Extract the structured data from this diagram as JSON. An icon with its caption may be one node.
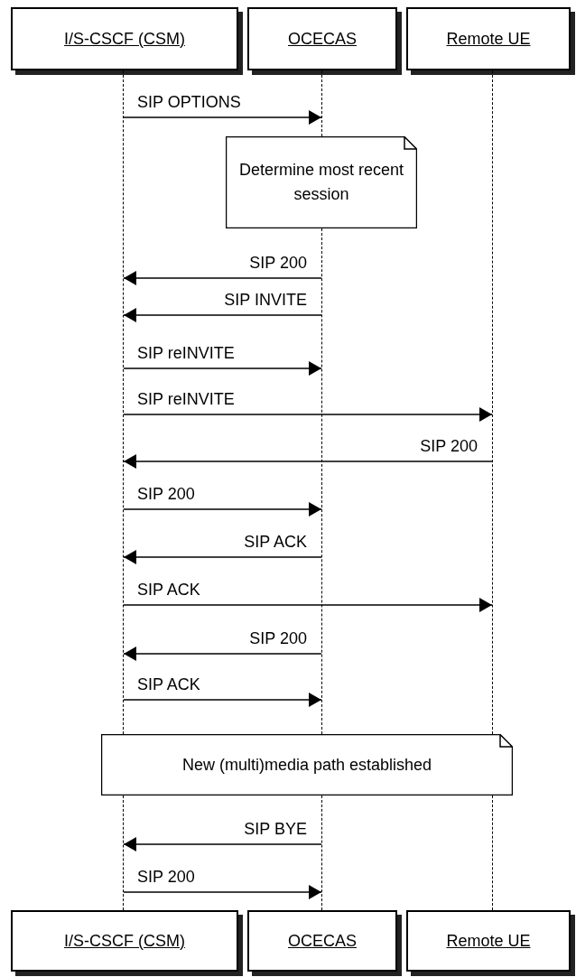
{
  "diagram": {
    "nodes": [
      {
        "text": [
          "I/S-CSCF (CSM)"
        ]
      },
      {
        "text": [
          "OCECAS"
        ]
      },
      {
        "text": [
          "Remote UE"
        ]
      },
      {
        "text": [],
        "shape": "bar"
      },
      {
        "text": [],
        "shape": "bar"
      },
      {
        "text": [],
        "shape": "bar"
      },
      {
        "text": [
          "Determine most recent session"
        ]
      },
      {
        "text": [],
        "shape": "bar"
      },
      {
        "text": [
          "New (multi)media path established"
        ]
      },
      {
        "text": [],
        "shape": "bar"
      },
      {
        "text": [],
        "shape": "bar"
      },
      {
        "text": [],
        "shape": "bar"
      },
      {
        "text": [
          "I/S-CSCF (CSM)"
        ]
      },
      {
        "text": [
          "OCECAS"
        ]
      },
      {
        "text": [
          "Remote UE"
        ]
      }
    ],
    "edges": [
      {
        "from": 3,
        "to": 4,
        "label": "SIP OPTIONS",
        "arrow": "to"
      },
      {
        "from": 7,
        "to": 3,
        "label": "SIP 200",
        "arrow": "to"
      },
      {
        "from": 7,
        "to": 3,
        "label": "SIP INVITE",
        "arrow": "to"
      },
      {
        "from": 3,
        "to": 7,
        "label": "SIP reINVITE",
        "arrow": "to"
      },
      {
        "from": 3,
        "to": 5,
        "label": "SIP reINVITE",
        "arrow": "to"
      },
      {
        "from": 5,
        "to": 3,
        "label": "SIP 200",
        "arrow": "to"
      },
      {
        "from": 3,
        "to": 7,
        "label": "SIP 200",
        "arrow": "to"
      },
      {
        "from": 7,
        "to": 3,
        "label": "SIP ACK",
        "arrow": "to"
      },
      {
        "from": 3,
        "to": 5,
        "label": "SIP ACK",
        "arrow": "to"
      },
      {
        "from": 7,
        "to": 3,
        "label": "SIP 200",
        "arrow": "to"
      },
      {
        "from": 3,
        "to": 7,
        "label": "SIP ACK",
        "arrow": "to"
      },
      {
        "from": 10,
        "to": 9,
        "label": "SIP BYE",
        "arrow": "to"
      },
      {
        "from": 9,
        "to": 10,
        "label": "SIP 200",
        "arrow": "to"
      }
    ]
  }
}
